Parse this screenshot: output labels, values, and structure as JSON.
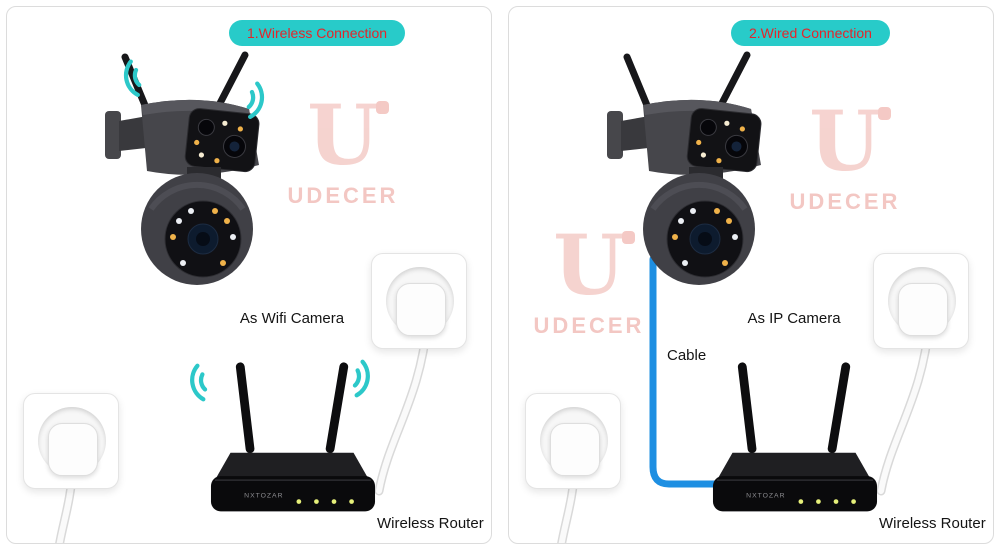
{
  "colors": {
    "accent_teal": "#28cbc9",
    "badge_text_red": "#e4252b",
    "cable_blue": "#1e8fe2",
    "watermark_pink": "#eeb0aa"
  },
  "watermark": {
    "logo_letter": "U",
    "text": "UDECER"
  },
  "router_brand": "NXTOZAR",
  "panels": {
    "wireless": {
      "badge": "1.Wireless Connection",
      "camera_label": "As Wifi Camera",
      "router_label": "Wireless Router"
    },
    "wired": {
      "badge": "2.Wired Connection",
      "camera_label": "As IP Camera",
      "cable_label": "Cable",
      "router_label": "Wireless Router"
    }
  }
}
